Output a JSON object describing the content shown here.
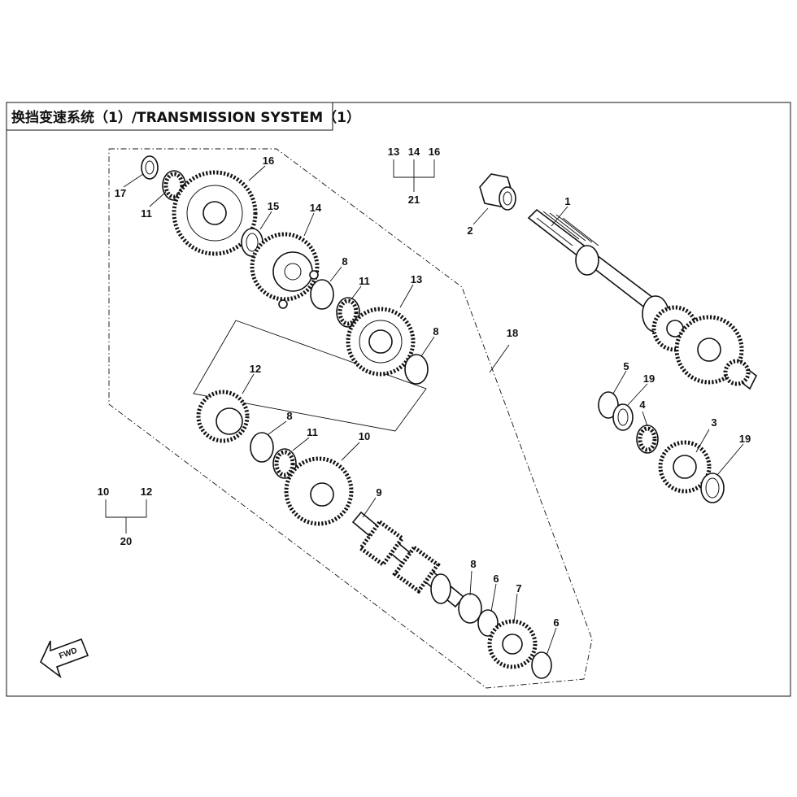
{
  "header": {
    "title": "换挡变速系统（1）/TRANSMISSION SYSTEM（1）"
  },
  "callouts": {
    "p1": "1",
    "p2": "2",
    "p3": "3",
    "p4": "4",
    "p5": "5",
    "p6a": "6",
    "p6b": "6",
    "p7": "7",
    "p8a": "8",
    "p8b": "8",
    "p8c": "8",
    "p8d": "8",
    "p9": "9",
    "p10": "10",
    "p11a": "11",
    "p11b": "11",
    "p11c": "11",
    "p12": "12",
    "p13": "13",
    "p14": "14",
    "p15": "15",
    "p16": "16",
    "p17": "17",
    "p18": "18",
    "p19a": "19",
    "p19b": "19"
  },
  "assemblies": {
    "a21": {
      "parts": [
        "13",
        "14",
        "16"
      ],
      "label": "21"
    },
    "a20": {
      "parts": [
        "10",
        "12"
      ],
      "label": "20"
    }
  },
  "direction_arrow": {
    "text": "FWD"
  },
  "colors": {
    "line": "#111111",
    "background": "#ffffff"
  }
}
